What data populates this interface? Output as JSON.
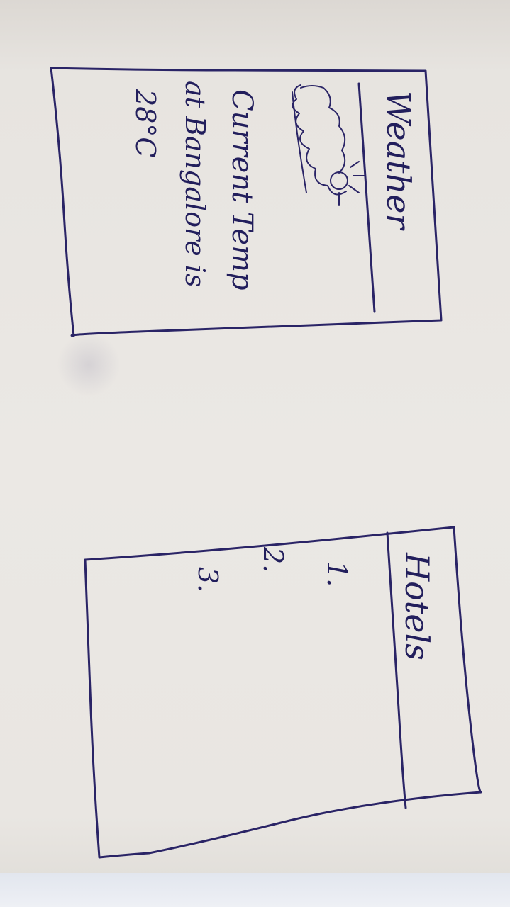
{
  "weather_card": {
    "title": "Weather",
    "icon": "cloud-sun-icon",
    "text_line_1": "Current Temp",
    "text_line_2": "at Bangalore is",
    "text_line_3": "28°C"
  },
  "hotels_card": {
    "title": "Hotels",
    "items": [
      "1.",
      "2.",
      "3."
    ]
  },
  "colors": {
    "paper": "#ebe8e4",
    "ink": "#2a2466"
  }
}
